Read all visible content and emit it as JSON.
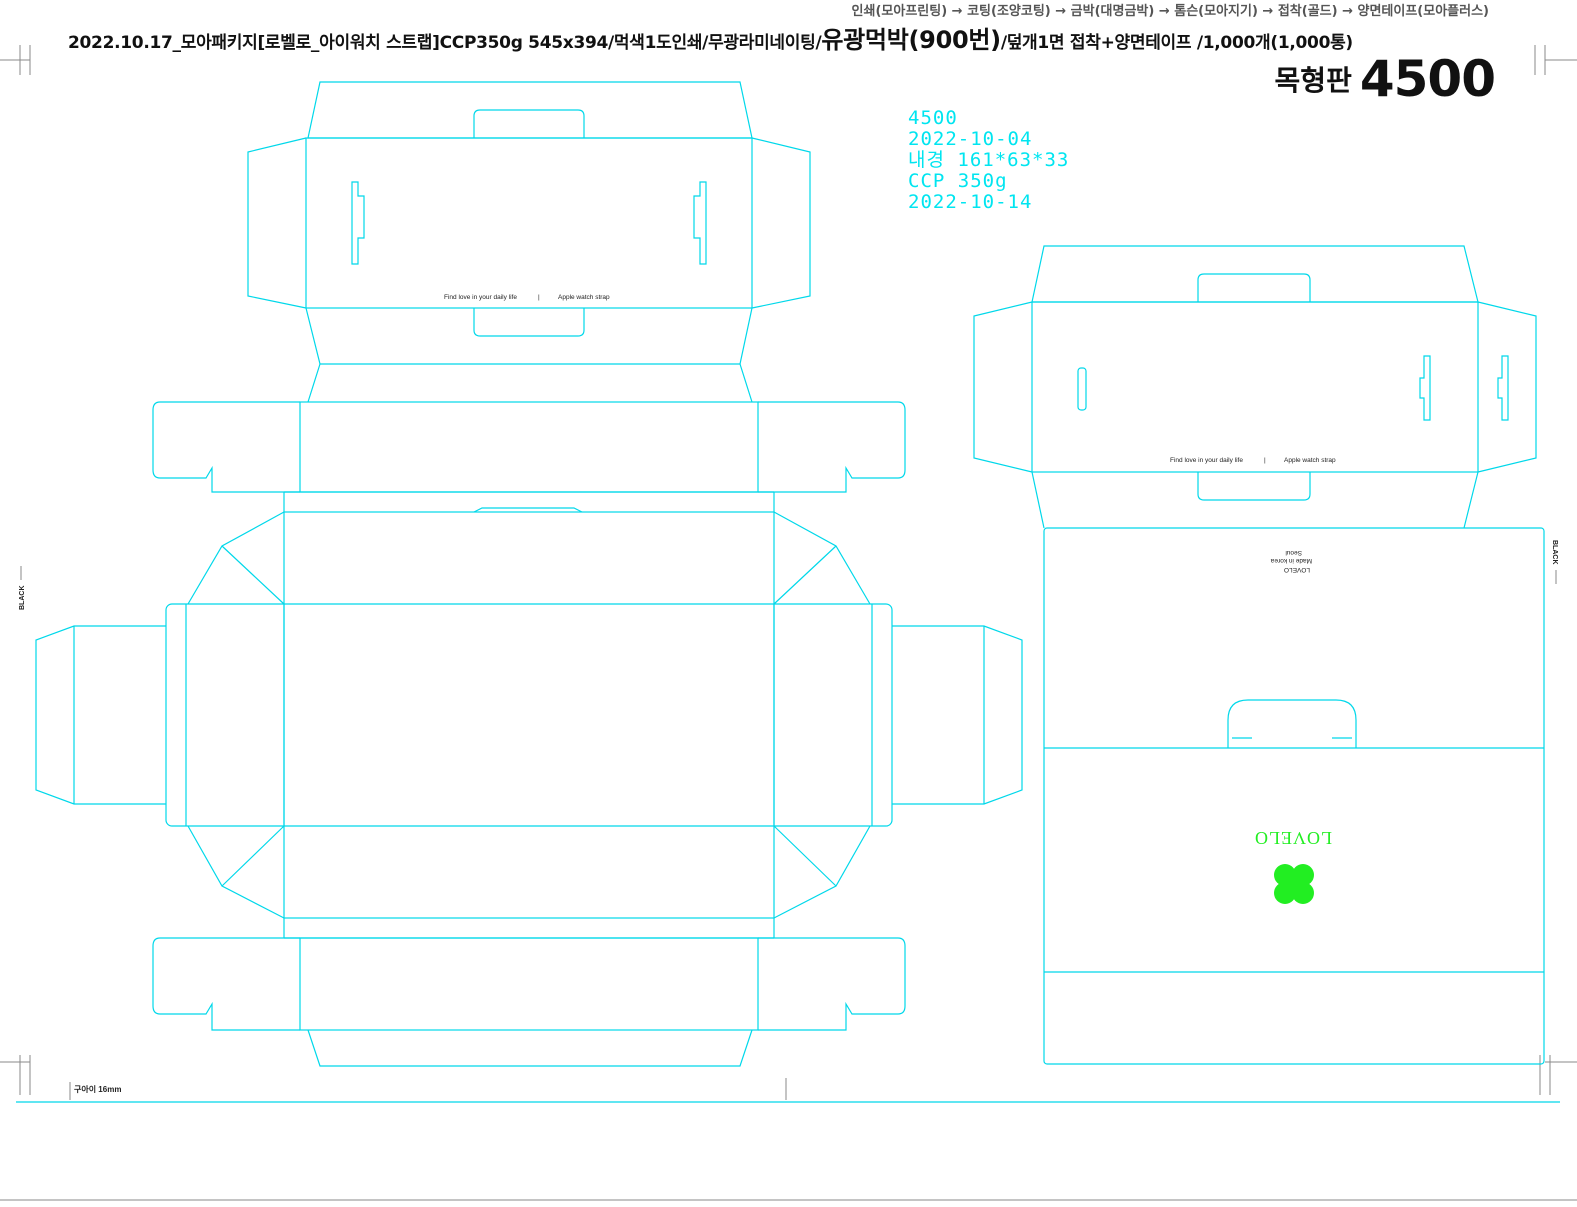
{
  "header": {
    "process_flow": "인쇄(모아프린팅) → 코팅(조양코팅) → 금박(대명금박) → 톰슨(모아지기) → 접착(골드) → 양면테이프(모아플러스)",
    "spec_prefix": "2022.10.17_모아패키지[로벨로_아이워치 스트랩]CCP350g 545x394/먹색1도인쇄/무광라미네이팅/",
    "spec_emphasis": "유광먹박(900번)",
    "spec_suffix": "/덮개1면 접착+양면테이프 /1,000개(1,000통)",
    "die_label": "목형판",
    "die_number": "4500"
  },
  "meta": {
    "line1": "4500",
    "line2": "2022-10-04",
    "line3": "내경 161*63*33",
    "line4": "CCP 350g",
    "line5": "2022-10-14"
  },
  "sleeve_left": {
    "tagline": "Find love in your daily life",
    "divider": "|",
    "product": "Apple watch strap"
  },
  "sleeve_right": {
    "tagline": "Find love in your daily life",
    "divider": "|",
    "product": "Apple watch strap"
  },
  "box_right": {
    "brand_small": "LOVELO",
    "origin": "Made in korea",
    "city": "Seoul",
    "brand_logo": "LOVELO",
    "logo_icon": "clover-icon",
    "logo_color": "#22ee22"
  },
  "side_marks": {
    "left": "BLACK",
    "right": "BLACK"
  },
  "bottom_note": "구아이 16mm",
  "colors": {
    "dieline": "#00d8ea",
    "meta_text": "#00e5f0",
    "logo": "#22ee22"
  }
}
